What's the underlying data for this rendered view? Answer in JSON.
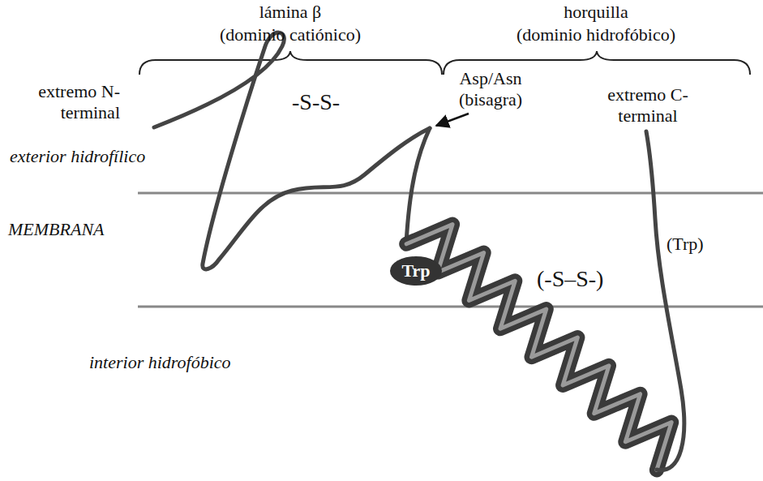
{
  "diagram": {
    "labels": [
      "lámina β",
      "(dominio catiónico)",
      "horquilla",
      "(dominio hidrofóbico)",
      "extremo N-terminal",
      "-S-S-",
      "Asp/Asn (bisagra)",
      "extremo C-terminal",
      "exterior hidrofílico",
      "MEMBRANA",
      "Trp",
      "(-S–S-)",
      "(Trp)",
      "interior hidrofóbico"
    ]
  }
}
